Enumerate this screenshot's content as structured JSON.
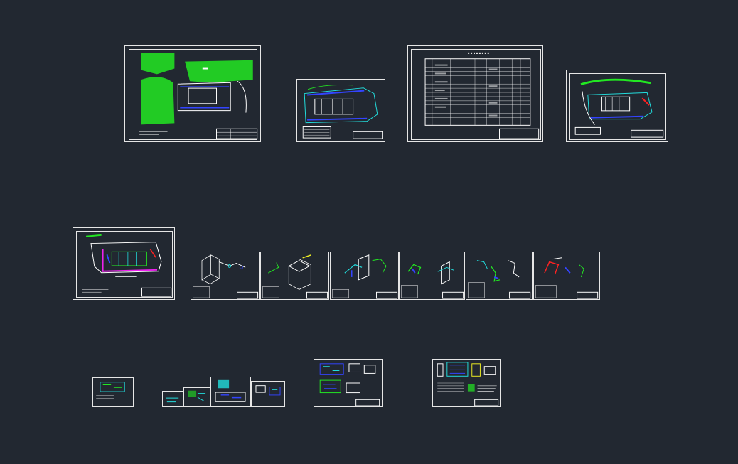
{
  "viewport": {
    "background": "#222831",
    "line_color": "#ffffff",
    "accent_colors": {
      "green": "#22e822",
      "cyan": "#22dddd",
      "blue": "#3344ff",
      "magenta": "#ee22ee",
      "red": "#ff2222",
      "yellow": "#eeee22"
    }
  },
  "sheets": [
    {
      "id": "site-plan-green",
      "kind": "site-plan",
      "interactable": true
    },
    {
      "id": "plan-small-1",
      "kind": "floor-plan",
      "interactable": true
    },
    {
      "id": "equipment-table",
      "kind": "table",
      "interactable": true
    },
    {
      "id": "plan-small-2",
      "kind": "floor-plan",
      "interactable": true
    },
    {
      "id": "floor-plan-magenta",
      "kind": "floor-plan",
      "interactable": true
    },
    {
      "id": "iso-1",
      "kind": "isometric",
      "interactable": true
    },
    {
      "id": "iso-2",
      "kind": "isometric",
      "interactable": true
    },
    {
      "id": "iso-3",
      "kind": "isometric",
      "interactable": true
    },
    {
      "id": "iso-4",
      "kind": "isometric",
      "interactable": true
    },
    {
      "id": "iso-5",
      "kind": "isometric",
      "interactable": true
    },
    {
      "id": "iso-6",
      "kind": "isometric",
      "interactable": true
    },
    {
      "id": "detail-small",
      "kind": "detail",
      "interactable": true
    },
    {
      "id": "detail-group",
      "kind": "detail",
      "interactable": true
    },
    {
      "id": "detail-sheet-1",
      "kind": "detail",
      "interactable": true
    },
    {
      "id": "detail-sheet-2",
      "kind": "detail",
      "interactable": true
    }
  ]
}
